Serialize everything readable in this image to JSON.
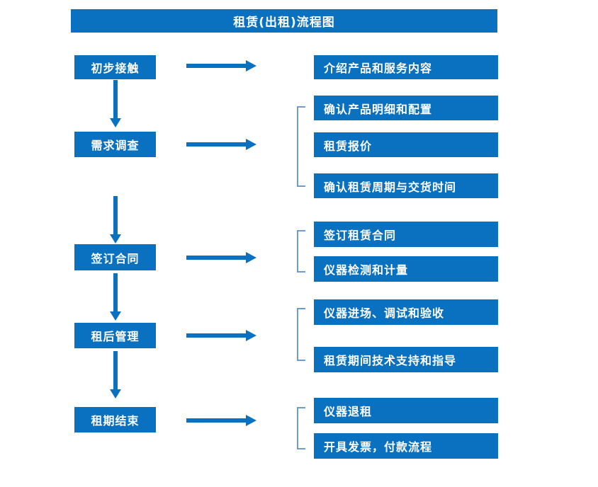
{
  "diagram": {
    "title": "租赁(出租)流程图",
    "colors": {
      "box_blue": "#0a70c0",
      "arrow_blue": "#0a70c0",
      "bracket_blue": "#6d9ec9",
      "text_white": "#ffffff",
      "background": "#ffffff"
    },
    "stages": [
      {
        "id": "stage-1",
        "label": "初步接触"
      },
      {
        "id": "stage-2",
        "label": "需求调查"
      },
      {
        "id": "stage-3",
        "label": "签订合同"
      },
      {
        "id": "stage-4",
        "label": "租后管理"
      },
      {
        "id": "stage-5",
        "label": "租期结束"
      }
    ],
    "detail_groups": [
      {
        "id": "group-1",
        "stage": "初步接触",
        "has_bracket": false,
        "items": [
          {
            "label": "介绍产品和服务内容"
          }
        ]
      },
      {
        "id": "group-2",
        "stage": "需求调查",
        "has_bracket": true,
        "items": [
          {
            "label": "确认产品明细和配置"
          },
          {
            "label": "租赁报价"
          },
          {
            "label": "确认租赁周期与交货时间"
          }
        ]
      },
      {
        "id": "group-3",
        "stage": "签订合同",
        "has_bracket": true,
        "items": [
          {
            "label": "签订租赁合同"
          },
          {
            "label": "仪器检测和计量"
          }
        ]
      },
      {
        "id": "group-4",
        "stage": "租后管理",
        "has_bracket": true,
        "items": [
          {
            "label": "仪器进场、调试和验收"
          },
          {
            "label": "租赁期间技术支持和指导"
          }
        ]
      },
      {
        "id": "group-5",
        "stage": "租期结束",
        "has_bracket": true,
        "items": [
          {
            "label": "仪器退租"
          },
          {
            "label": "开具发票，付款流程"
          }
        ]
      }
    ],
    "connectors": {
      "right_arrows": 5,
      "down_arrows": 4
    }
  }
}
